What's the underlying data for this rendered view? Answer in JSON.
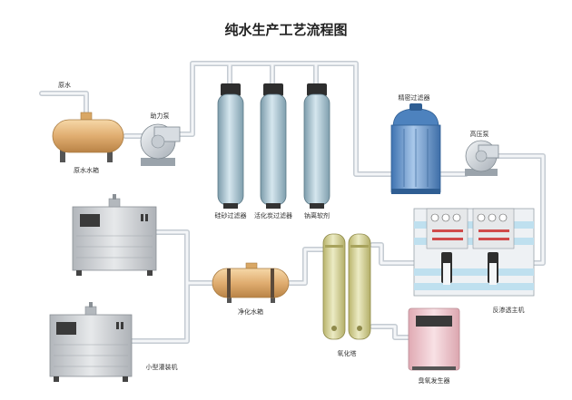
{
  "title": "纯水生产工艺流程图",
  "labels": {
    "raw_water": "原水",
    "raw_water_tank": "原水水箱",
    "booster_pump": "助力泵",
    "quartz_filter": "硅砂过滤器",
    "carbon_filter": "活化炭过滤器",
    "softener": "钠离软剂",
    "precision_filter": "精密过滤器",
    "high_pressure_pump": "高压泵",
    "ro_host": "反渗透主机",
    "purified_tank": "净化水箱",
    "oxidation_tower": "氧化塔",
    "ozone_generator": "臭氧发生器",
    "small_filling_machine": "小型灌装机"
  },
  "colors": {
    "pipe": "#c4cbd2",
    "tank_copper": "#e0b077",
    "filter_blue": "#9ab7c6",
    "filter_cap": "#2e2e2e",
    "precision_blue": "#5b8ec7",
    "machine_gray": "#c9ccd0",
    "oxidation_yellow": "#d6d39a",
    "ozone_pink": "#efc9cf"
  }
}
